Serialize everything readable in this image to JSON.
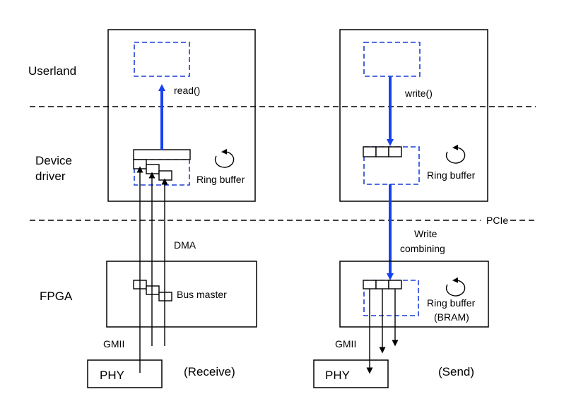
{
  "layers": {
    "userland": "Userland",
    "device_driver_line1": "Device",
    "device_driver_line2": "driver",
    "fpga": "FPGA",
    "pcie": "PCIe"
  },
  "receive": {
    "call": "read()",
    "ring_buffer": "Ring buffer",
    "dma": "DMA",
    "bus_master": "Bus master",
    "gmii": "GMII",
    "phy": "PHY",
    "caption": "(Receive)"
  },
  "send": {
    "call": "write()",
    "ring_buffer": "Ring buffer",
    "write_combining_line1": "Write",
    "write_combining_line2": "combining",
    "ring_buffer_bram_line1": "Ring buffer",
    "ring_buffer_bram_line2": "(BRAM)",
    "gmii": "GMII",
    "phy": "PHY",
    "caption": "(Send)"
  },
  "colors": {
    "flow_arrow": "#1641f0",
    "buffer_outline": "#1a3fd6"
  },
  "icons": {
    "rotation": "circular-arrow-icon"
  }
}
